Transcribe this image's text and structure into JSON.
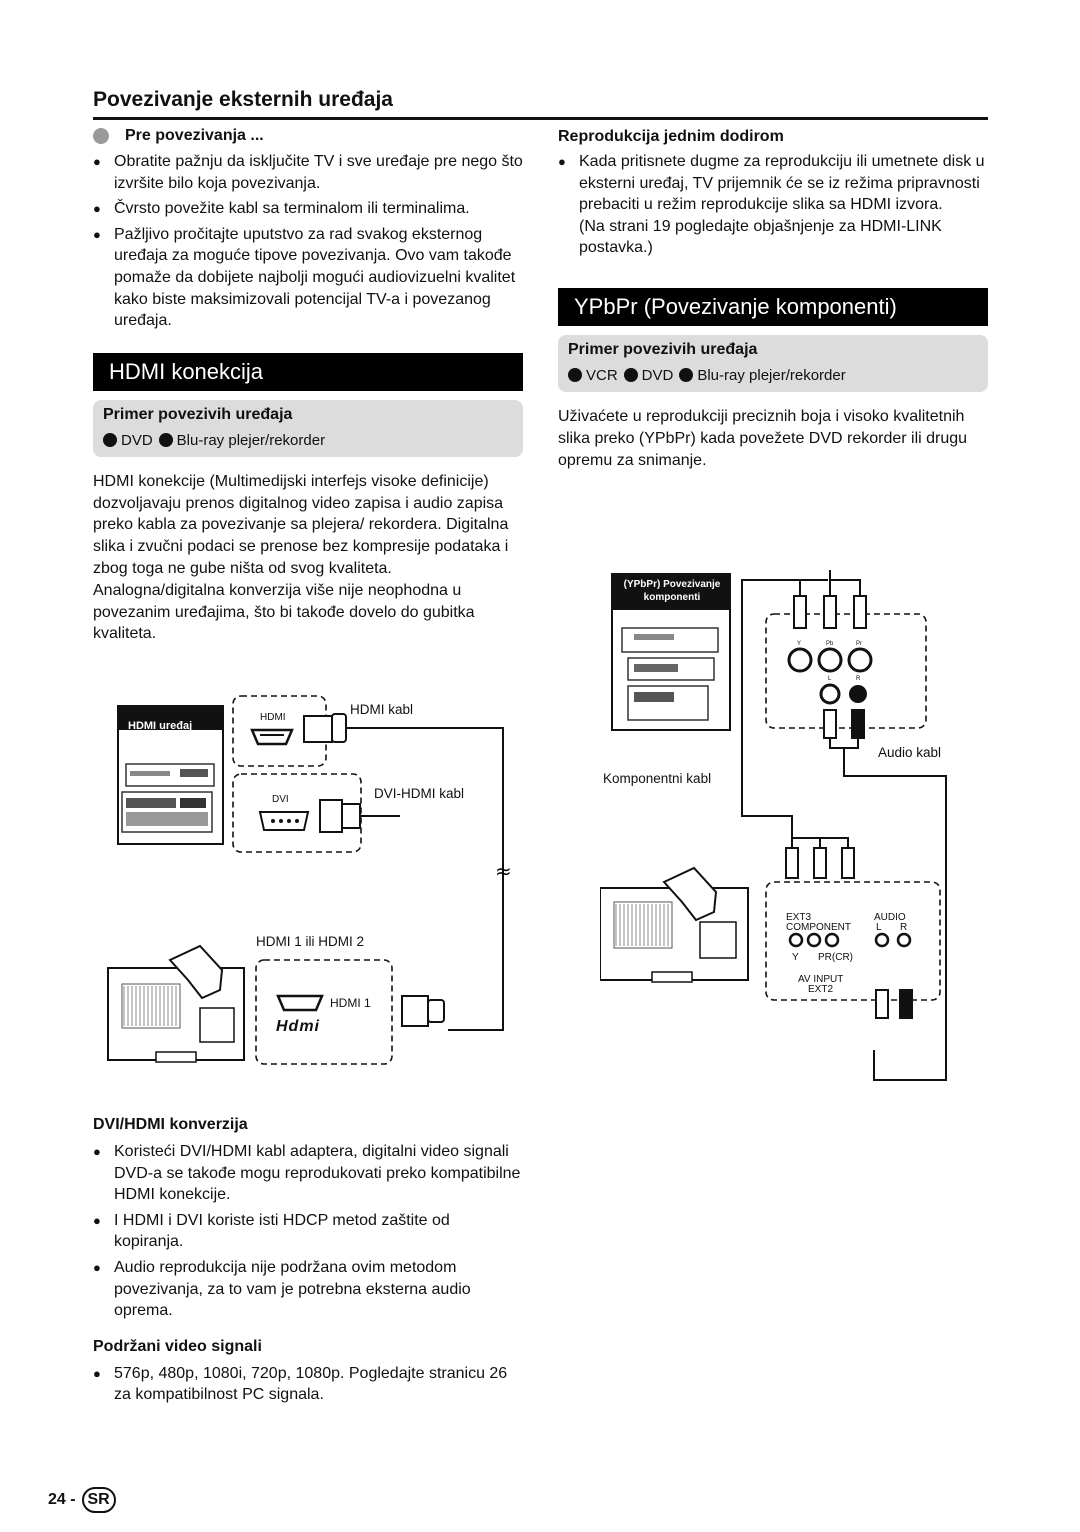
{
  "page_title": "Povezivanje eksternih uređaja",
  "left": {
    "pre_heading": "Pre povezivanja ...",
    "pre_bullets": [
      "Obratite pažnju da isključite TV i sve uređaje pre nego što izvršite bilo koja povezivanja.",
      "Čvrsto povežite kabl sa terminalom ili terminalima.",
      "Pažljivo pročitajte uputstvo za rad svakog eksternog uređaja za moguće tipove povezivanja. Ovo vam takođe pomaže da dobijete najbolji mogući audiovizuelni kvalitet kako biste maksimizovali potencijal TV-a i povezanog uređaja."
    ],
    "hdmi_section": "HDMI konekcija",
    "hdmi_example_title": "Primer povezivih uređaja",
    "hdmi_example_items": [
      "DVD",
      "Blu-ray plejer/rekorder"
    ],
    "hdmi_body": "HDMI konekcije (Multimedijski interfejs visoke definicije) dozvoljavaju prenos digitalnog video zapisa i audio zapisa preko kabla za povezivanje sa plejera/ rekordera. Digitalna slika i zvučni podaci se prenose bez kompresije podataka i zbog toga ne gube ništa od svog kvaliteta. Analogna/digitalna konverzija više nije neophodna u povezanim uređajima, što bi takođe dovelo do gubitka kvaliteta.",
    "dvi_heading": "DVI/HDMI konverzija",
    "dvi_bullets": [
      "Koristeći DVI/HDMI kabl adaptera, digitalni video signali DVD-a se takođe mogu reprodukovati preko kompatibilne HDMI konekcije.",
      "I HDMI i DVI koriste isti HDCP metod zaštite od kopiranja.",
      "Audio reprodukcija nije podržana ovim metodom povezivanja, za to vam je potrebna eksterna audio oprema."
    ],
    "signals_heading": "Podržani video signali",
    "signals_bullets": [
      "576p, 480p, 1080i, 720p, 1080p. Pogledajte stranicu 26 za kompatibilnost PC signala."
    ]
  },
  "right": {
    "one_touch_heading": "Reprodukcija jednim dodirom",
    "one_touch_bullet": "Kada pritisnete dugme za reprodukciju ili umetnete disk u eksterni uređaj, TV prijemnik će se iz režima pripravnosti prebaciti u režim reprodukcije slika sa HDMI izvora.",
    "one_touch_note": "(Na strani 19 pogledajte objašnjenje za HDMI-LINK postavka.)",
    "ypbpr_section": "YPbPr (Povezivanje komponenti)",
    "ypbpr_example_title": "Primer povezivih uređaja",
    "ypbpr_example_items": [
      "VCR",
      "DVD",
      "Blu-ray plejer/rekorder"
    ],
    "ypbpr_body": "Uživaćete u reprodukciji preciznih boja i visoko kvalitetnih slika preko (YPbPr) kada povežete DVD rekorder ili drugu opremu za snimanje."
  },
  "hdmi_diagram": {
    "device_label": "HDMI uređaj",
    "hdmi_port": "HDMI",
    "hdmi_cable": "HDMI kabl",
    "dvi_port": "DVI",
    "dvi_cable": "DVI-HDMI kabl",
    "tv_ports": "HDMI 1 ili HDMI 2",
    "hdmi1": "HDMI 1",
    "hdmi_logo": "Hdmi"
  },
  "ypbpr_diagram": {
    "device_label": "(YPbPr) Povezivanje komponenti",
    "y": "Y",
    "pb": "Pb",
    "pr": "Pr",
    "l": "L",
    "r": "R",
    "audio_cable": "Audio kabl",
    "component_cable": "Komponentni kabl",
    "ext3": "EXT3",
    "component": "COMPONENT",
    "audio": "AUDIO",
    "audio_l": "L",
    "audio_r": "R",
    "y2": "Y",
    "pr_cr": "PR(CR)",
    "av_input": "AV INPUT",
    "ext2": "EXT2"
  },
  "footer": {
    "page": "24 -",
    "lang": "SR"
  }
}
